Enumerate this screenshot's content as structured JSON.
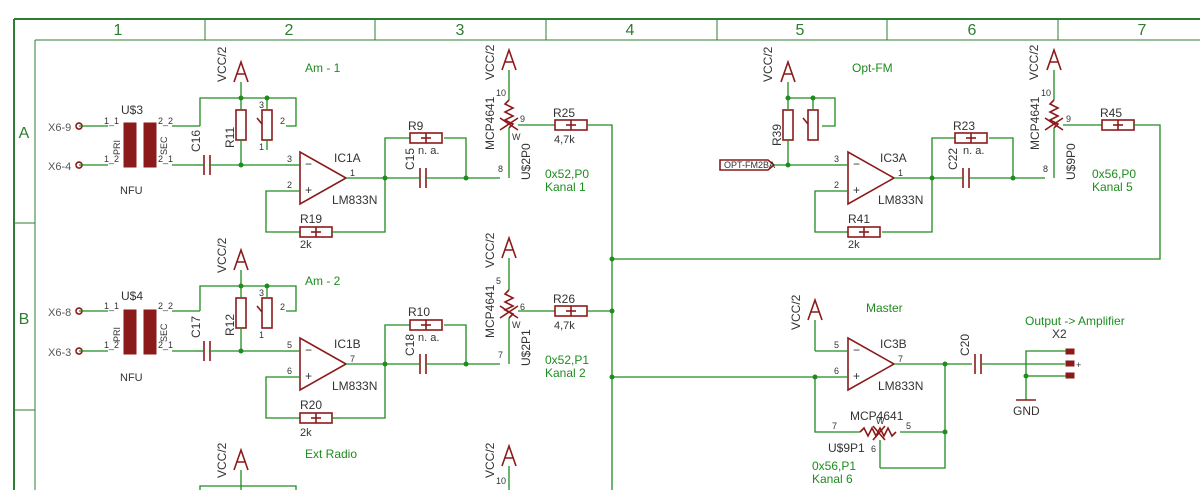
{
  "frame": {
    "columns": [
      "1",
      "2",
      "3",
      "4",
      "5",
      "6",
      "7"
    ],
    "rows": [
      "A",
      "B"
    ]
  },
  "supply": "VCC/2",
  "transformers": [
    {
      "name": "U$3",
      "model": "NFU",
      "pri": "PRI",
      "sec": "SEC",
      "p11": "1_1",
      "p12": "1_2",
      "p21": "2_1",
      "p22": "2_2"
    },
    {
      "name": "U$4",
      "model": "NFU",
      "pri": "PRI",
      "sec": "SEC",
      "p11": "1_1",
      "p12": "1_2",
      "p21": "2_1",
      "p22": "2_2"
    }
  ],
  "connectors": [
    "X6-9",
    "X6-4",
    "X6-8",
    "X6-3"
  ],
  "capacitors": {
    "c16": "C16",
    "c17": "C17",
    "c15": "C15",
    "c18": "C18",
    "c22": "C22",
    "c20": "C20"
  },
  "pots": {
    "r11": "R11",
    "r12": "R12",
    "r39": "R39"
  },
  "opamps": [
    {
      "name": "IC1A",
      "model": "LM833N"
    },
    {
      "name": "IC1B",
      "model": "LM833N"
    },
    {
      "name": "IC3A",
      "model": "LM833N"
    },
    {
      "name": "IC3B",
      "model": "LM833N"
    }
  ],
  "resistors": {
    "r9": "R9",
    "r9v": "n. a.",
    "r10": "R10",
    "r10v": "n. a.",
    "r23": "R23",
    "r23v": "n. a.",
    "r19": "R19",
    "r19v": "2k",
    "r20": "R20",
    "r20v": "2k",
    "r41": "R41",
    "r41v": "2k",
    "r25": "R25",
    "r25v": "4,7k",
    "r26": "R26",
    "r26v": "4,7k",
    "r45": "R45"
  },
  "digipots": {
    "model": "MCP4641",
    "u2p0": "U$2P0",
    "u2p1": "U$2P1",
    "u9p0": "U$9P0",
    "u9p1": "U$9P1"
  },
  "labels": {
    "am1": "Am - 1",
    "am2": "Am - 2",
    "optfm": "Opt-FM",
    "extradio": "Ext Radio",
    "master": "Master",
    "output": "Output -> Amplifier",
    "ch1_addr": "0x52,P0",
    "ch1": "Kanal 1",
    "ch2_addr": "0x52,P1",
    "ch2": "Kanal 2",
    "ch5_addr": "0x56,P0",
    "ch5": "Kanal 5",
    "ch6_addr": "0x56,P1",
    "ch6": "Kanal 6",
    "x2": "X2",
    "gnd": "GND",
    "optnet": "OPT-FM2BA"
  },
  "pins": {
    "p1": "1",
    "p2": "2",
    "p3": "3",
    "p5": "5",
    "p6": "6",
    "p7": "7",
    "p8": "8",
    "p9": "9",
    "p10": "10",
    "w": "W"
  }
}
